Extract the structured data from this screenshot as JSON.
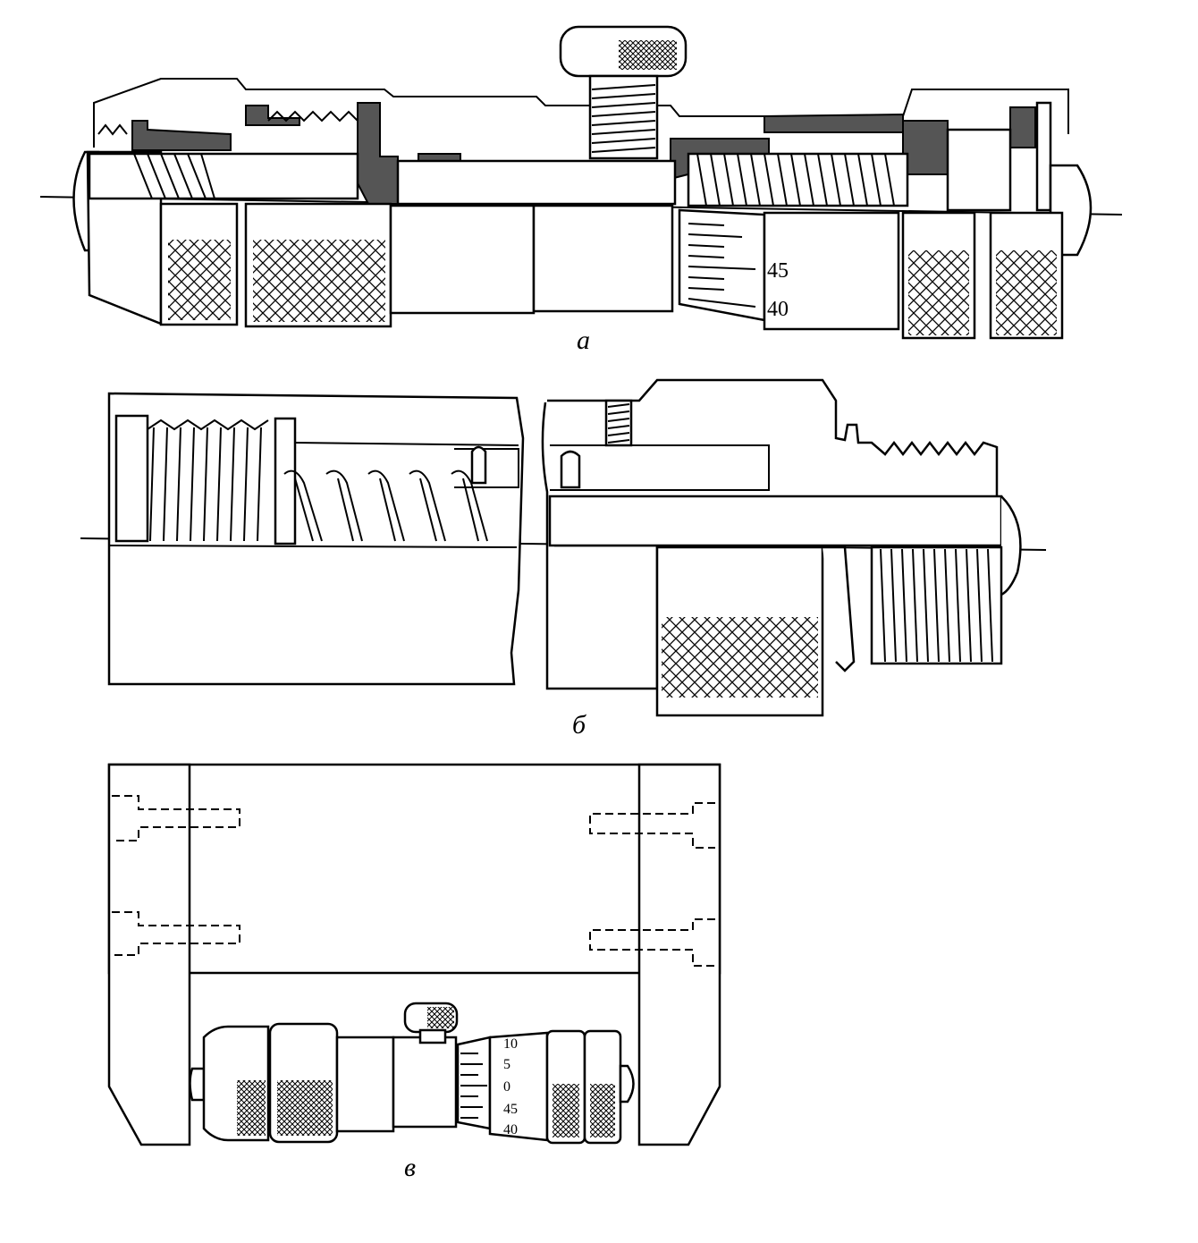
{
  "figure_a": {
    "label": "а",
    "scale_marks": [
      "45",
      "40"
    ]
  },
  "figure_b": {
    "label": "б"
  },
  "figure_c": {
    "label": "в",
    "scale_marks": [
      "10",
      "5",
      "0",
      "45",
      "40"
    ]
  },
  "colors": {
    "line": "#000000",
    "section_fill": "#555555",
    "background": "#ffffff"
  }
}
